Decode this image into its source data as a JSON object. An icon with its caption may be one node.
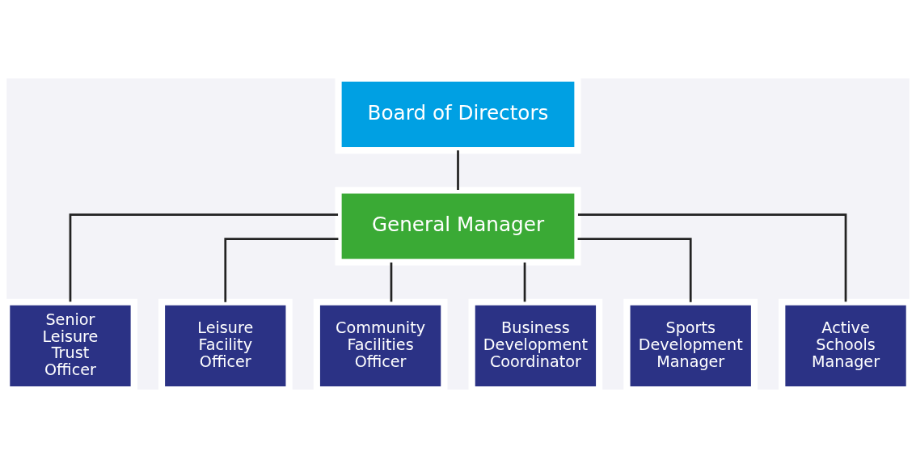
{
  "diagram": {
    "nodes": [
      {
        "text": [
          "Board of Directors"
        ]
      },
      {
        "text": [
          "General Manager"
        ]
      },
      {
        "text": [
          "Senior Leisure Trust Officer"
        ]
      },
      {
        "text": [
          "Leisure Facility Officer"
        ]
      },
      {
        "text": [
          "Community Facilities Officer"
        ]
      },
      {
        "text": [
          "Business Development Coordinator"
        ]
      },
      {
        "text": [
          "Sports Development Manager"
        ]
      },
      {
        "text": [
          "Active Schools Manager"
        ]
      }
    ],
    "edges": [
      {
        "from": 0,
        "to": 1,
        "arrow": "none"
      },
      {
        "from": 1,
        "to": 2,
        "arrow": "none"
      },
      {
        "from": 1,
        "to": 3,
        "arrow": "none"
      },
      {
        "from": 1,
        "to": 4,
        "arrow": "none"
      },
      {
        "from": 1,
        "to": 5,
        "arrow": "none"
      },
      {
        "from": 1,
        "to": 6,
        "arrow": "none"
      },
      {
        "from": 1,
        "to": 7,
        "arrow": "none"
      }
    ]
  }
}
